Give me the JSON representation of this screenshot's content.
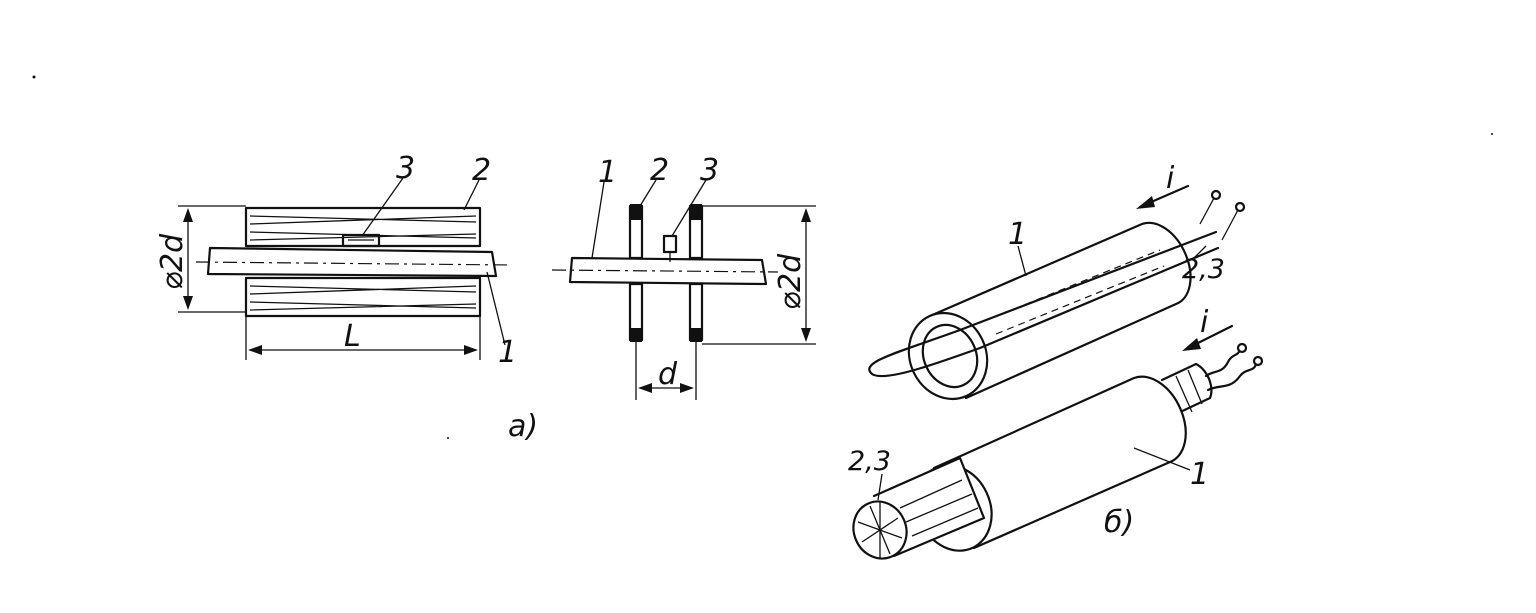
{
  "labels": {
    "view_a": "a)",
    "view_b": "б)",
    "item1": "1",
    "item2": "2",
    "item3": "3",
    "item23": "2,3",
    "dim_2d": "⌀2d",
    "dim_L": "L",
    "dim_d": "d",
    "current": "i"
  }
}
